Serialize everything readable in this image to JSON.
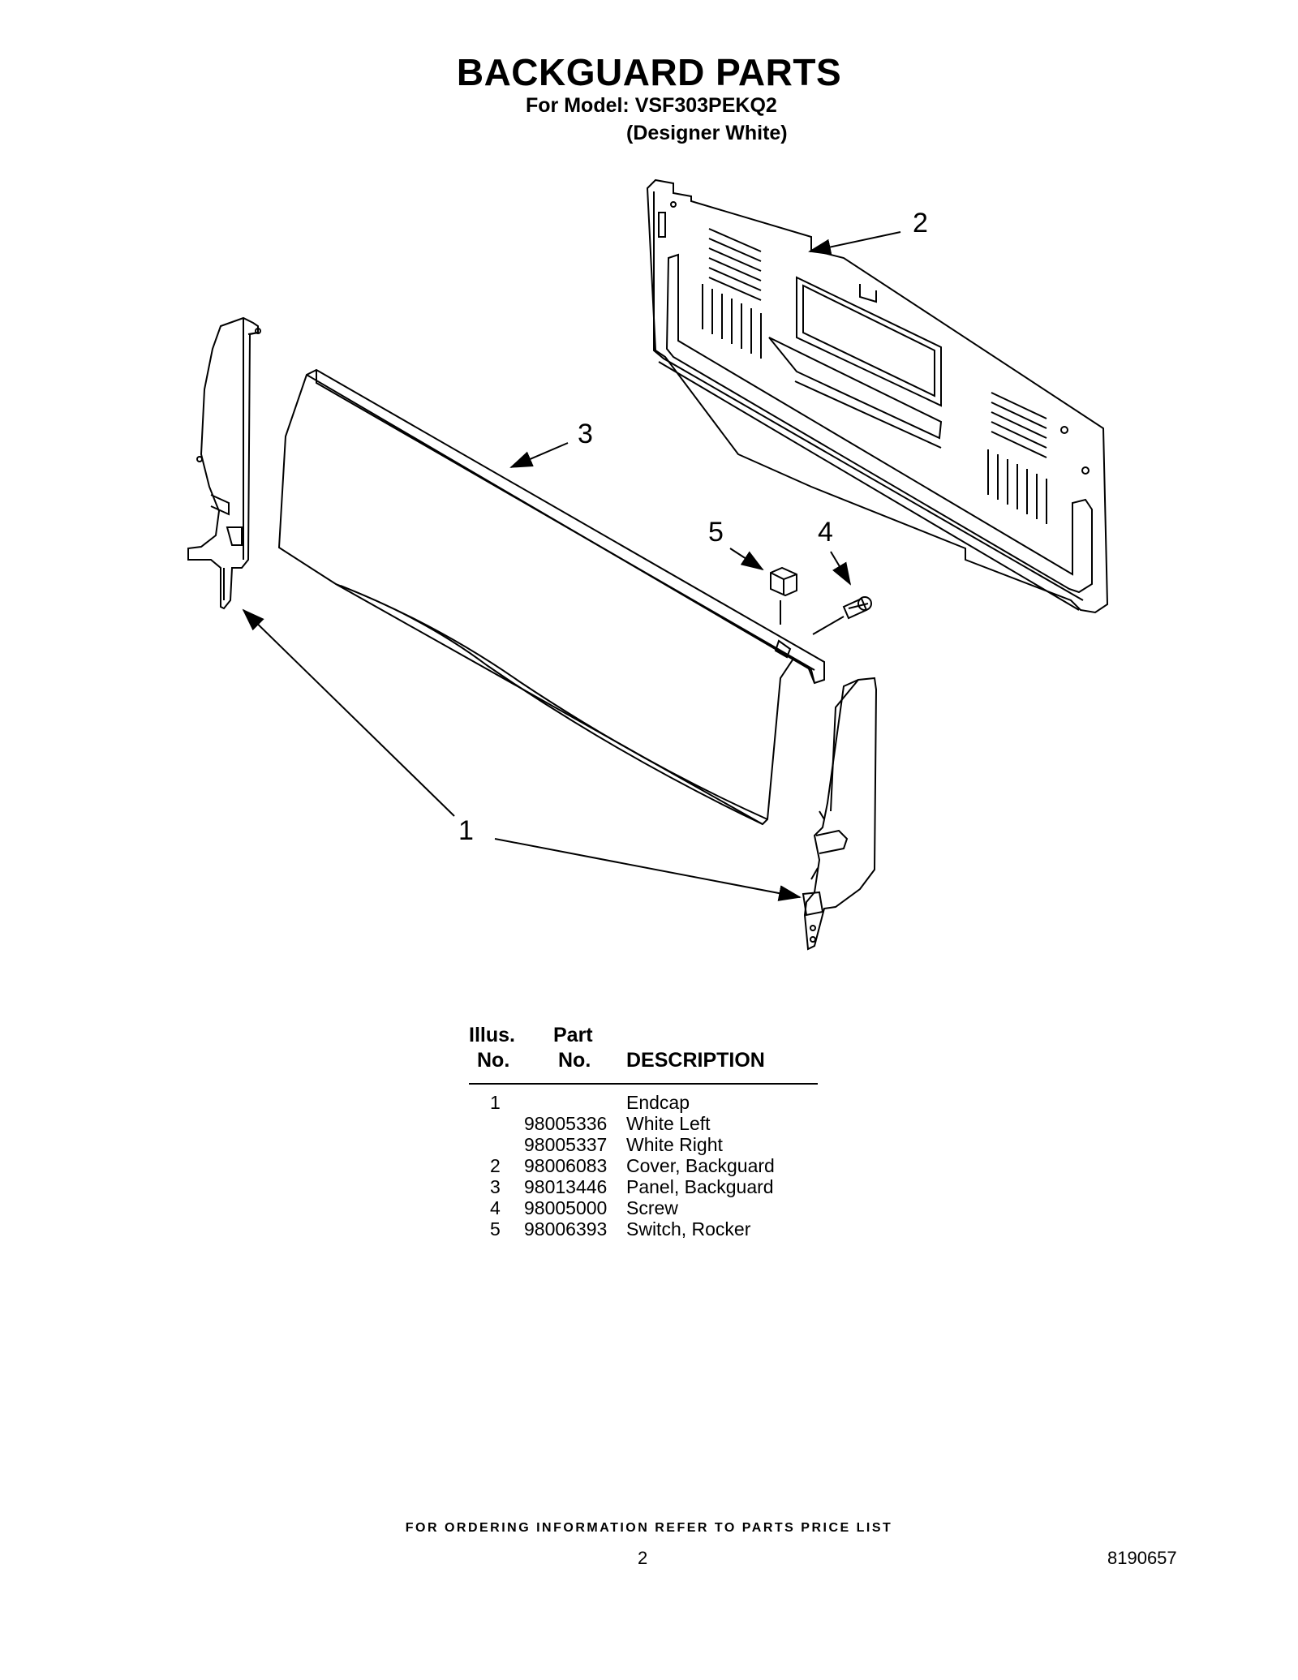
{
  "header": {
    "title": "BACKGUARD PARTS",
    "model_line": "For Model: VSF303PEKQ2",
    "variant_line": "(Designer White)"
  },
  "diagram": {
    "callouts": [
      "1",
      "2",
      "3",
      "4",
      "5"
    ]
  },
  "parts_table": {
    "headers": {
      "illus_top": "Illus.",
      "illus_bottom": "No.",
      "part_top": "Part",
      "part_bottom": "No.",
      "description": "DESCRIPTION"
    },
    "rows": [
      {
        "illus": "1",
        "part": "",
        "description": "Endcap"
      },
      {
        "illus": "",
        "part": "98005336",
        "description": "White Left"
      },
      {
        "illus": "",
        "part": "98005337",
        "description": "White Right"
      },
      {
        "illus": "2",
        "part": "98006083",
        "description": "Cover, Backguard"
      },
      {
        "illus": "3",
        "part": "98013446",
        "description": "Panel, Backguard"
      },
      {
        "illus": "4",
        "part": "98005000",
        "description": "Screw"
      },
      {
        "illus": "5",
        "part": "98006393",
        "description": "Switch, Rocker"
      }
    ]
  },
  "footer": {
    "ordering_note": "FOR ORDERING INFORMATION REFER TO PARTS PRICE LIST",
    "page_number": "2",
    "document_number": "8190657"
  }
}
